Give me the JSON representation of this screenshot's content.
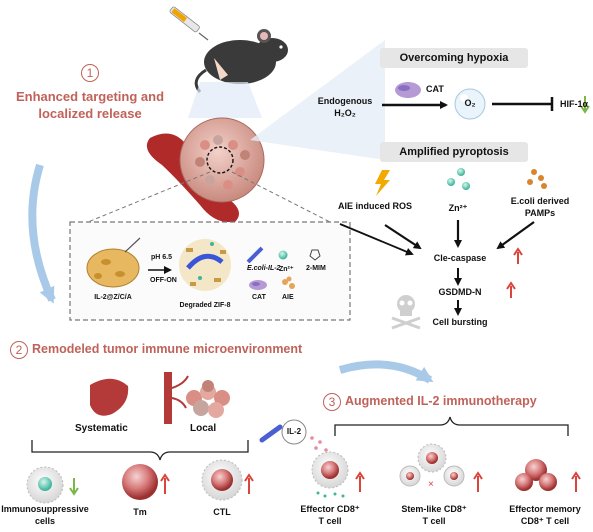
{
  "section1": {
    "number": "1",
    "title_line1": "Enhanced targeting and",
    "title_line2": "localized release"
  },
  "hypoxia": {
    "header": "Overcoming hypoxia",
    "cat": "CAT",
    "endogenous_line1": "Endogenous",
    "endogenous_line2": "H₂O₂",
    "o2": "O₂",
    "hif": "HIF-1α"
  },
  "pyroptosis": {
    "header": "Amplified pyroptosis",
    "aie_ros": "AIE induced ROS",
    "zn": "Zn²⁺",
    "ecoli_line1": "E.coli derived",
    "ecoli_line2": "PAMPs",
    "cle_caspase": "Cle-caspase",
    "gsdmd": "GSDMD-N",
    "cell_bursting": "Cell bursting"
  },
  "inset": {
    "ph": "pH 6.5",
    "off_on": "OFF-ON",
    "il2_zca": "IL-2@Z/C/A",
    "degraded": "Degraded ZIF-8",
    "legend_ecoli": "E.coli-IL-2",
    "legend_zn": "Zn²⁺",
    "legend_2mim": "2-MIM",
    "legend_cat": "CAT",
    "legend_aie": "AIE"
  },
  "section2": {
    "number": "2",
    "title": "Remodeled tumor immune microenvironment",
    "systematic": "Systematic",
    "local": "Local"
  },
  "section3": {
    "number": "3",
    "title": "Augmented IL-2 immunotherapy",
    "il2": "IL-2"
  },
  "cells": {
    "immunosuppressive_line1": "Immunosuppressive",
    "immunosuppressive_line2": "cells",
    "tm": "Tm",
    "ctl": "CTL",
    "effector_line1": "Effector CD8⁺",
    "effector_line2": "T cell",
    "stem_line1": "Stem-like CD8⁺",
    "stem_line2": "T cell",
    "memory_line1": "Effector memory",
    "memory_line2": "CD8⁺ T cell"
  },
  "colors": {
    "accent_red": "#c0625a",
    "up_arrow": "#d9443b",
    "down_arrow": "#7ab648",
    "header_bg": "#e6e6e6",
    "blue_arrow": "#a9c9e8"
  }
}
